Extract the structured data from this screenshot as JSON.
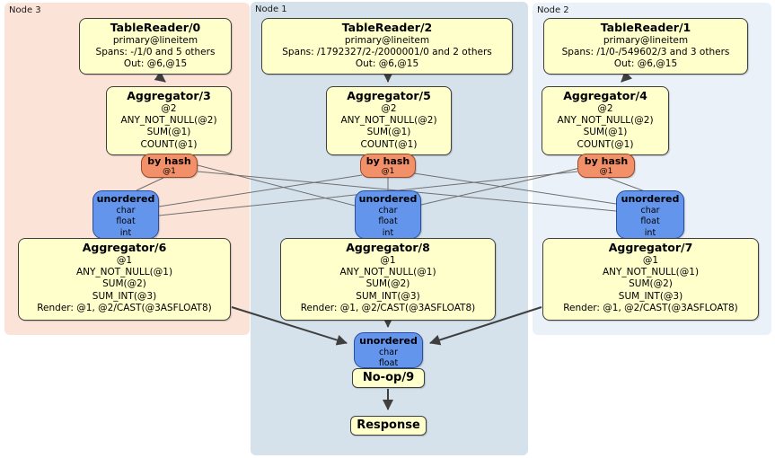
{
  "diagram": {
    "node_groups": [
      {
        "label": "Node 3",
        "table_reader": {
          "title": "TableReader/0",
          "rows": [
            "primary@lineitem",
            "Spans: -/1/0 and 5 others",
            "Out: @6,@15"
          ]
        },
        "aggregator_first": {
          "title": "Aggregator/3",
          "rows": [
            "@2",
            "ANY_NOT_NULL(@2)",
            "SUM(@1)",
            "COUNT(@1)"
          ]
        },
        "hash_router": {
          "title": "by hash",
          "detail": "@1"
        },
        "sync": {
          "title": "unordered",
          "rows": [
            "char",
            "float",
            "int"
          ]
        },
        "aggregator_final": {
          "title": "Aggregator/6",
          "rows": [
            "@1",
            "ANY_NOT_NULL(@1)",
            "SUM(@2)",
            "SUM_INT(@3)",
            "Render: @1, @2/CAST(@3ASFLOAT8)"
          ]
        }
      },
      {
        "label": "Node 1",
        "table_reader": {
          "title": "TableReader/2",
          "rows": [
            "primary@lineitem",
            "Spans: /1792327/2-/2000001/0 and 2 others",
            "Out: @6,@15"
          ]
        },
        "aggregator_first": {
          "title": "Aggregator/5",
          "rows": [
            "@2",
            "ANY_NOT_NULL(@2)",
            "SUM(@1)",
            "COUNT(@1)"
          ]
        },
        "hash_router": {
          "title": "by hash",
          "detail": "@1"
        },
        "sync": {
          "title": "unordered",
          "rows": [
            "char",
            "float",
            "int"
          ]
        },
        "aggregator_final": {
          "title": "Aggregator/8",
          "rows": [
            "@1",
            "ANY_NOT_NULL(@1)",
            "SUM(@2)",
            "SUM_INT(@3)",
            "Render: @1, @2/CAST(@3ASFLOAT8)"
          ]
        }
      },
      {
        "label": "Node 2",
        "table_reader": {
          "title": "TableReader/1",
          "rows": [
            "primary@lineitem",
            "Spans: /1/0-/549602/3 and 3 others",
            "Out: @6,@15"
          ]
        },
        "aggregator_first": {
          "title": "Aggregator/4",
          "rows": [
            "@2",
            "ANY_NOT_NULL(@2)",
            "SUM(@1)",
            "COUNT(@1)"
          ]
        },
        "hash_router": {
          "title": "by hash",
          "detail": "@1"
        },
        "sync": {
          "title": "unordered",
          "rows": [
            "char",
            "float",
            "int"
          ]
        },
        "aggregator_final": {
          "title": "Aggregator/7",
          "rows": [
            "@1",
            "ANY_NOT_NULL(@1)",
            "SUM(@2)",
            "SUM_INT(@3)",
            "Render: @1, @2/CAST(@3ASFLOAT8)"
          ]
        }
      }
    ],
    "final_sync": {
      "title": "unordered",
      "rows": [
        "char",
        "float"
      ]
    },
    "noop": {
      "title": "No-op/9"
    },
    "response": {
      "title": "Response"
    },
    "colors": {
      "processor_fill": "#ffffcc",
      "router_fill": "#f29069",
      "sync_fill": "#6495ed",
      "node3_bg": "#fce3d7",
      "node1_bg": "#d5e2ec",
      "node2_bg": "#eaf1f8"
    }
  }
}
